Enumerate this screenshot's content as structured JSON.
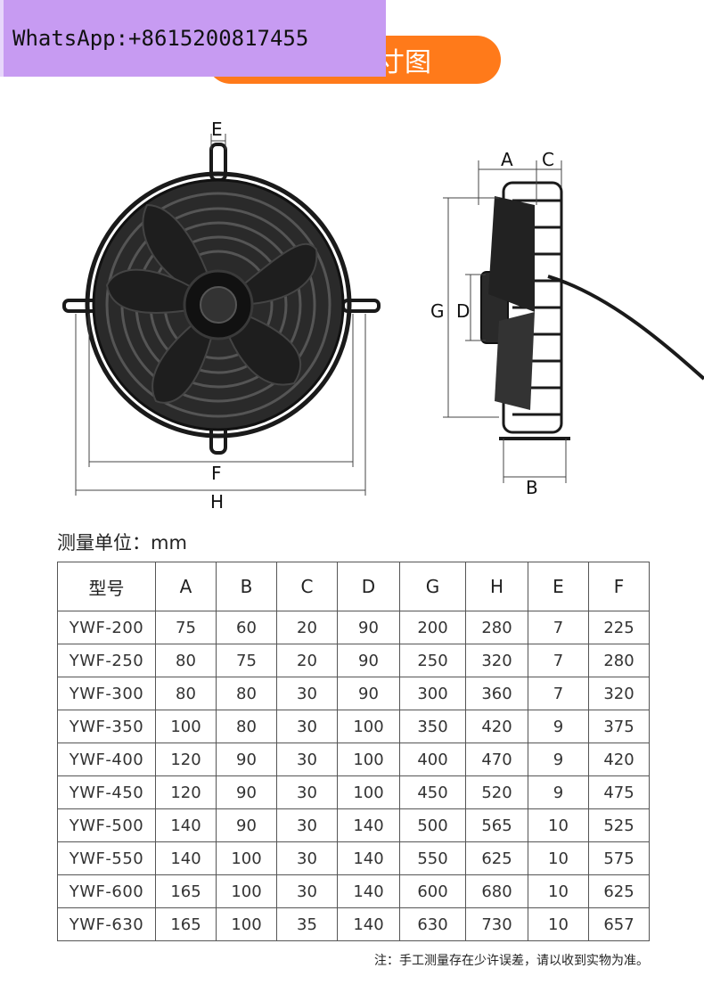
{
  "watermark": {
    "text": "WhatsApp:+8615200817455"
  },
  "banner": {
    "title_visible": "寸图"
  },
  "diagram": {
    "front_labels": {
      "E": "E",
      "F": "F",
      "H": "H"
    },
    "side_labels": {
      "A": "A",
      "C": "C",
      "G": "G",
      "D": "D",
      "B": "B"
    },
    "colors": {
      "metal": "#1a1a1a",
      "dim_line": "#444444",
      "accent": "#ff7a1a"
    }
  },
  "unit_label": "测量单位：mm",
  "table": {
    "headers": [
      "型号",
      "A",
      "B",
      "C",
      "D",
      "G",
      "H",
      "E",
      "F"
    ],
    "rows": [
      [
        "YWF-200",
        "75",
        "60",
        "20",
        "90",
        "200",
        "280",
        "7",
        "225"
      ],
      [
        "YWF-250",
        "80",
        "75",
        "20",
        "90",
        "250",
        "320",
        "7",
        "280"
      ],
      [
        "YWF-300",
        "80",
        "80",
        "30",
        "90",
        "300",
        "360",
        "7",
        "320"
      ],
      [
        "YWF-350",
        "100",
        "80",
        "30",
        "100",
        "350",
        "420",
        "9",
        "375"
      ],
      [
        "YWF-400",
        "120",
        "90",
        "30",
        "100",
        "400",
        "470",
        "9",
        "420"
      ],
      [
        "YWF-450",
        "120",
        "90",
        "30",
        "100",
        "450",
        "520",
        "9",
        "475"
      ],
      [
        "YWF-500",
        "140",
        "90",
        "30",
        "140",
        "500",
        "565",
        "10",
        "525"
      ],
      [
        "YWF-550",
        "140",
        "100",
        "30",
        "140",
        "550",
        "625",
        "10",
        "575"
      ],
      [
        "YWF-600",
        "165",
        "100",
        "30",
        "140",
        "600",
        "680",
        "10",
        "625"
      ],
      [
        "YWF-630",
        "165",
        "100",
        "35",
        "140",
        "630",
        "730",
        "10",
        "657"
      ]
    ]
  },
  "note": "注：手工测量存在少许误差，请以收到实物为准。"
}
